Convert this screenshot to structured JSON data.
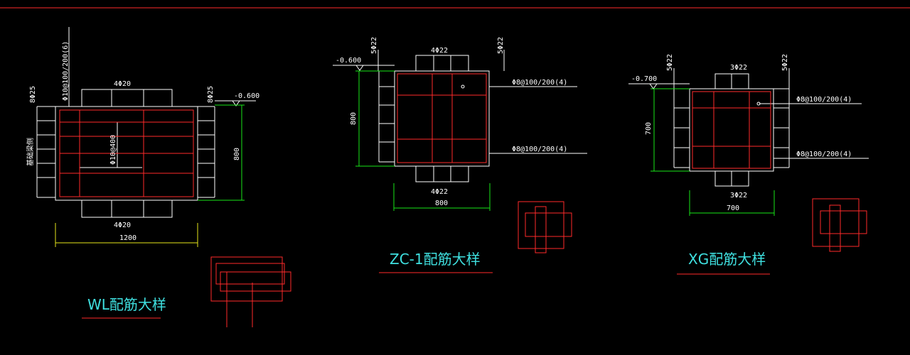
{
  "drawing": {
    "colors": {
      "background": "#000000",
      "outline": "#ffffff",
      "rebar": "#ff2a2a",
      "dimension": "#19e619",
      "title": "#3fe0e0",
      "underline": "#ff2a2a"
    },
    "wl": {
      "title": "WL配筋大样",
      "top_bars": "4Φ20",
      "bottom_bars": "4Φ20",
      "left_bars": "8Φ25",
      "right_bars": "8Φ25",
      "stirrup": "Φ10@100/200(6)",
      "middle_tie": "Φ10@400",
      "elevation": "-0.600",
      "height_dim": "800",
      "width_dim": "1200",
      "side_note": "基础梁侧"
    },
    "zc1": {
      "title": "ZC-1配筋大样",
      "top_bars": "4Φ22",
      "bottom_bars": "4Φ22",
      "left_bars": "5Φ22",
      "right_bars": "5Φ22",
      "stirrup_1": "Φ8@100/200(4)",
      "stirrup_2": "Φ8@100/200(4)",
      "elevation": "-0.600",
      "height_dim": "800",
      "width_dim": "800"
    },
    "xg": {
      "title": "XG配筋大样",
      "top_bars": "3Φ22",
      "bottom_bars": "3Φ22",
      "left_bars": "5Φ22",
      "right_bars": "5Φ22",
      "stirrup_1": "Φ8@100/200(4)",
      "stirrup_2": "Φ8@100/200(4)",
      "elevation": "-0.700",
      "height_dim": "700",
      "width_dim": "700"
    }
  }
}
